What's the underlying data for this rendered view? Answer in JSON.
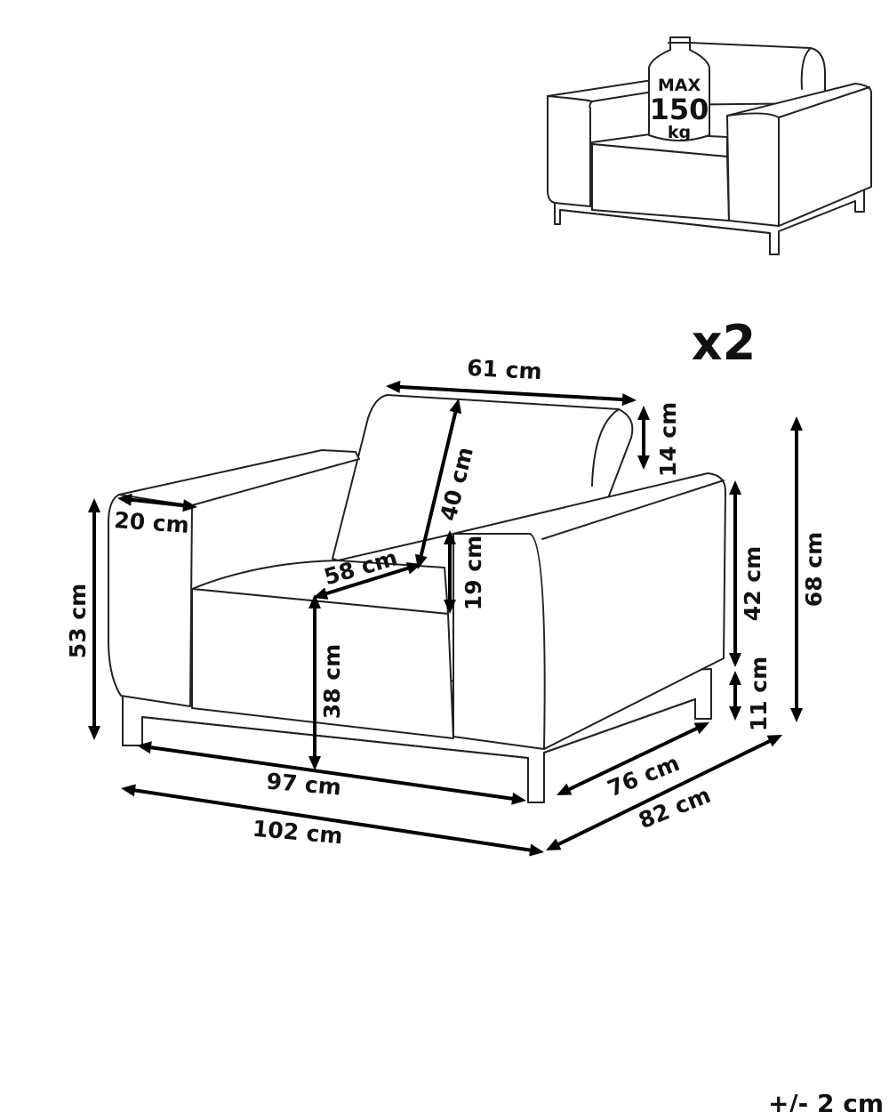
{
  "weight_badge": {
    "max_label": "MAX",
    "value": "150",
    "unit": "kg"
  },
  "quantity": "x2",
  "dimensions": {
    "backrest_width": "61 cm",
    "back_cushion_thickness": "14 cm",
    "backrest_height": "40 cm",
    "armrest_width": "20 cm",
    "seat_depth": "58 cm",
    "armrest_above_seat": "19 cm",
    "armrest_height": "53 cm",
    "seat_height": "38 cm",
    "side_panel_height": "42 cm",
    "leg_height": "11 cm",
    "total_height": "68 cm",
    "base_width": "97 cm",
    "total_width": "102 cm",
    "base_depth": "76 cm",
    "total_depth": "82 cm"
  },
  "tolerance": "+/- 2 cm"
}
